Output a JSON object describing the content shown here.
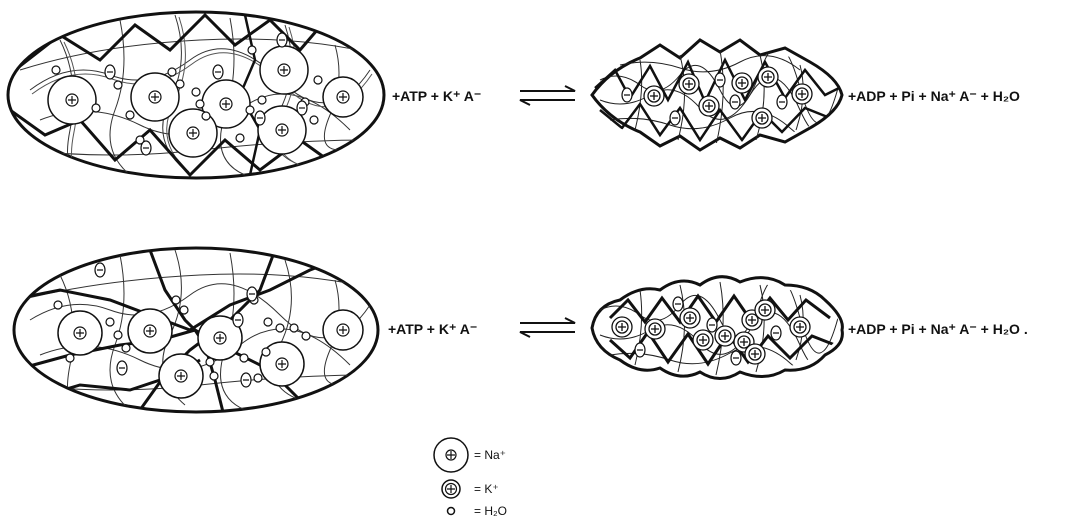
{
  "reactions": [
    {
      "id": "top",
      "reactants": "+ATP + K⁺ A⁻",
      "products": "+ADP + Pi + Na⁺ A⁻ + H₂O"
    },
    {
      "id": "bottom",
      "reactants": "+ATP + K⁺ A⁻",
      "products": "+ADP + Pi + Na⁺ A⁻ + H₂O ."
    }
  ],
  "legend": [
    {
      "symbol": "large-circle-plus",
      "label": "= Na⁺"
    },
    {
      "symbol": "double-circle-plus",
      "label": "= K⁺"
    },
    {
      "symbol": "small-circle",
      "label": "= H₂O"
    }
  ],
  "colors": {
    "ink": "#111111",
    "background": "#ffffff"
  }
}
